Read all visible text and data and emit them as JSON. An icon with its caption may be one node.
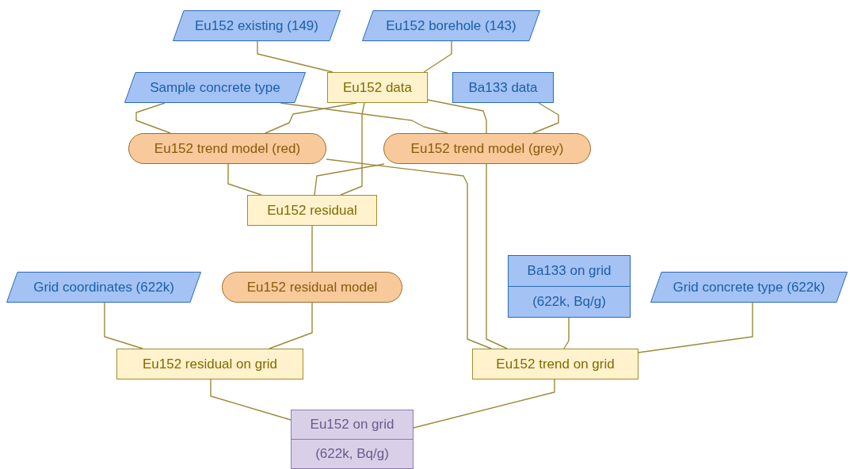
{
  "diagram": {
    "nodes": [
      {
        "text": [
          "Eu152 existing (149)"
        ]
      },
      {
        "text": [
          "Eu152 borehole (143)"
        ]
      },
      {
        "text": [
          "Sample concrete type"
        ]
      },
      {
        "text": [
          "Eu152 data"
        ]
      },
      {
        "text": [
          "Ba133 data"
        ]
      },
      {
        "text": [
          "Eu152 trend model (red)"
        ]
      },
      {
        "text": [
          "Eu152 trend model (grey)"
        ]
      },
      {
        "text": [
          "Eu152 residual"
        ]
      },
      {
        "text": [
          "Eu152 residual model"
        ]
      },
      {
        "text": [
          "Grid coordinates (622k)"
        ]
      },
      {
        "text": [
          "Ba133 on grid",
          "(622k, Bq/g)"
        ]
      },
      {
        "text": [
          "Grid concrete type (622k)"
        ]
      },
      {
        "text": [
          "Eu152 residual on grid"
        ]
      },
      {
        "text": [
          "Eu152 trend on grid"
        ]
      },
      {
        "text": [
          "Eu152 on grid",
          "(622k, Bq/g)"
        ]
      }
    ],
    "edges": [
      {
        "from": 0,
        "to": 3,
        "arrow": "none"
      },
      {
        "from": 1,
        "to": 3,
        "arrow": "none"
      },
      {
        "from": 2,
        "to": 5,
        "arrow": "none"
      },
      {
        "from": 3,
        "to": 5,
        "arrow": "none"
      },
      {
        "from": 2,
        "to": 6,
        "arrow": "none"
      },
      {
        "from": 3,
        "to": 6,
        "arrow": "none"
      },
      {
        "from": 4,
        "to": 6,
        "arrow": "none"
      },
      {
        "from": 3,
        "to": 7,
        "arrow": "none"
      },
      {
        "from": 5,
        "to": 7,
        "arrow": "none"
      },
      {
        "from": 6,
        "to": 7,
        "arrow": "none"
      },
      {
        "from": 7,
        "to": 8,
        "arrow": "none"
      },
      {
        "from": 5,
        "to": 13,
        "arrow": "none"
      },
      {
        "from": 6,
        "to": 13,
        "arrow": "none"
      },
      {
        "from": 8,
        "to": 12,
        "arrow": "none"
      },
      {
        "from": 9,
        "to": 12,
        "arrow": "none"
      },
      {
        "from": 10,
        "to": 13,
        "arrow": "none"
      },
      {
        "from": 11,
        "to": 13,
        "arrow": "none"
      },
      {
        "from": 12,
        "to": 14,
        "arrow": "none"
      },
      {
        "from": 13,
        "to": 14,
        "arrow": "none"
      }
    ]
  }
}
